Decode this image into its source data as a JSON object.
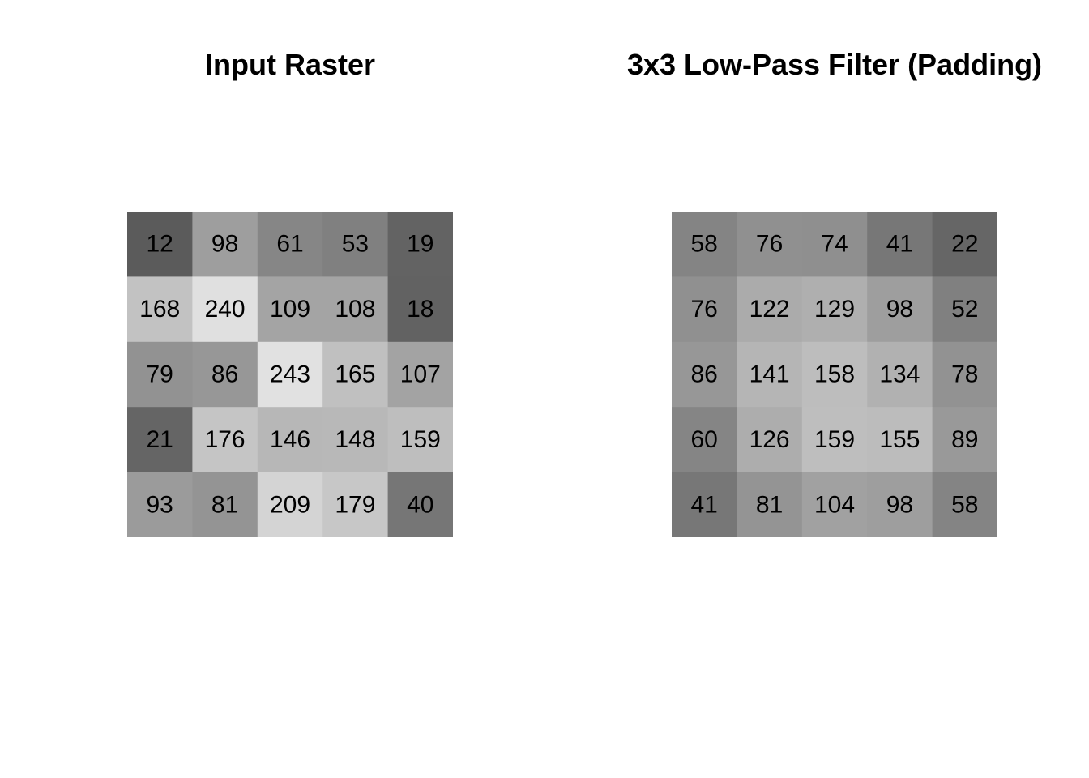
{
  "chart_data": [
    {
      "type": "heatmap",
      "title": "Input Raster",
      "colormap": "grayscale",
      "value_range": [
        0,
        255
      ],
      "rows": 5,
      "cols": 5,
      "values": [
        [
          12,
          98,
          61,
          53,
          19
        ],
        [
          168,
          240,
          109,
          108,
          18
        ],
        [
          79,
          86,
          243,
          165,
          107
        ],
        [
          21,
          176,
          146,
          148,
          159
        ],
        [
          93,
          81,
          209,
          179,
          40
        ]
      ],
      "cell_labels": true
    },
    {
      "type": "heatmap",
      "title": "3x3 Low-Pass Filter (Padding)",
      "colormap": "grayscale",
      "value_range": [
        0,
        255
      ],
      "rows": 5,
      "cols": 5,
      "values": [
        [
          58,
          76,
          74,
          41,
          22
        ],
        [
          76,
          122,
          129,
          98,
          52
        ],
        [
          86,
          141,
          158,
          134,
          78
        ],
        [
          60,
          126,
          159,
          155,
          89
        ],
        [
          41,
          81,
          104,
          98,
          58
        ]
      ],
      "cell_labels": true
    }
  ]
}
